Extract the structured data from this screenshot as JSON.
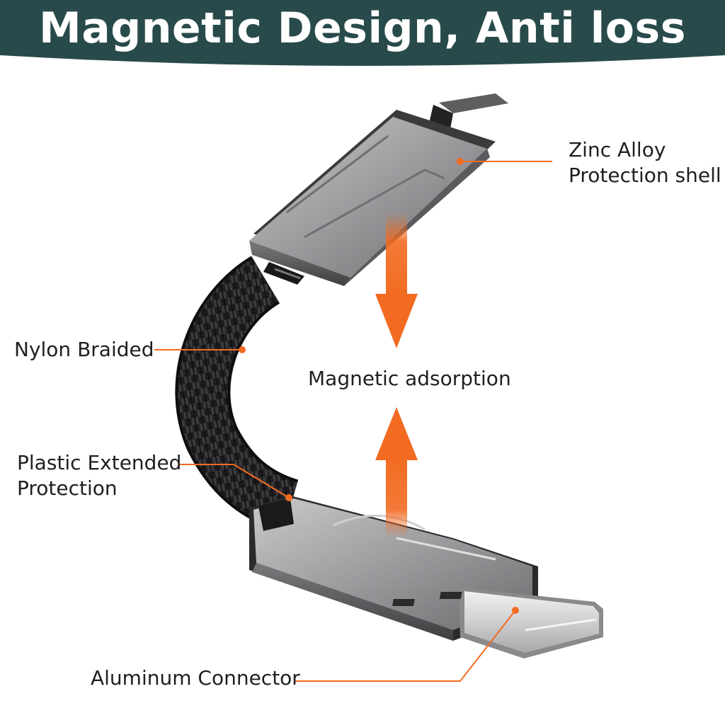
{
  "header": {
    "title": "Magnetic Design, Anti loss",
    "background_color": "#294a4b",
    "text_color": "#ffffff"
  },
  "accent_color": "#f26b21",
  "labels": {
    "zinc_alloy_line1": "Zinc Alloy",
    "zinc_alloy_line2": "Protection shell",
    "nylon_braided": "Nylon Braided",
    "magnetic_adsorption": "Magnetic adsorption",
    "plastic_extended_line1": "Plastic Extended",
    "plastic_extended_line2": "Protection",
    "aluminum_connector": "Aluminum Connector"
  },
  "illustration": {
    "subject": "magnetic usb cable with type-c connector",
    "icons": [
      "type-c-connector-icon",
      "usb-a-connector-icon",
      "braided-cable-icon",
      "arrow-down-icon",
      "arrow-up-icon"
    ]
  }
}
